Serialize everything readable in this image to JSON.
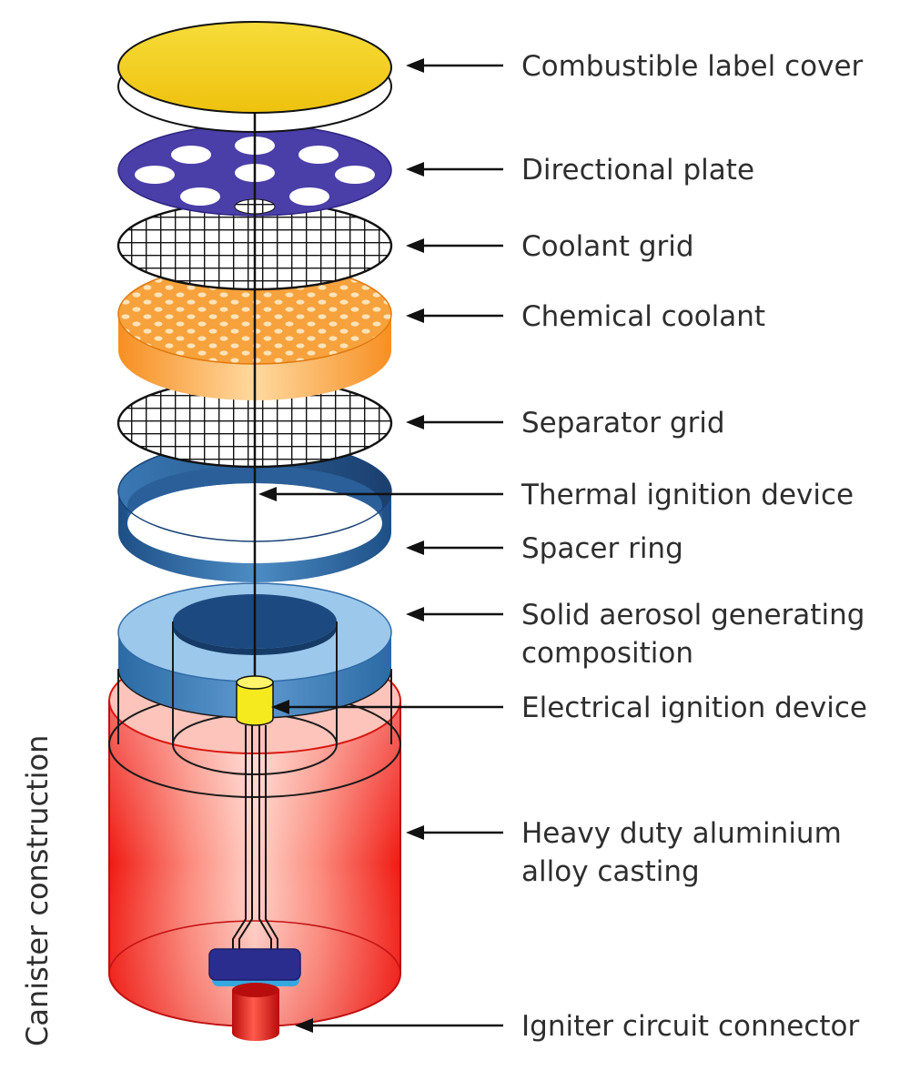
{
  "side_title": "Canister construction",
  "labels": {
    "combustible_label_cover": "Combustible label cover",
    "directional_plate": "Directional plate",
    "coolant_grid": "Coolant grid",
    "chemical_coolant": "Chemical coolant",
    "separator_grid": "Separator grid",
    "thermal_ignition_device": "Thermal ignition device",
    "spacer_ring": "Spacer ring",
    "solid_aerosol_line1": "Solid aerosol generating",
    "solid_aerosol_line2": "composition",
    "electrical_ignition_device": "Electrical ignition device",
    "aluminium_casting_line1": "Heavy duty aluminium",
    "aluminium_casting_line2": "alloy casting",
    "igniter_circuit_connector": "Igniter circuit connector"
  },
  "colors": {
    "label_cover": "#f3d21c",
    "directional_plate": "#4a3fa8",
    "chemical_coolant": "#f7a23c",
    "spacer_ring": "#2f6ba6",
    "aerosol_composition": "#8fc0e8",
    "ignition_device": "#f5ea1e",
    "casting": "#f02a1e",
    "connector": "#d81818",
    "text": "#2e2e2e"
  }
}
